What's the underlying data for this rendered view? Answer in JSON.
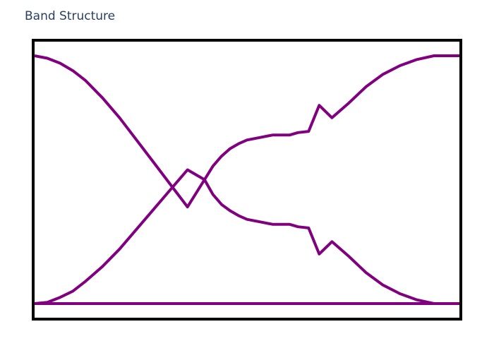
{
  "chart_data": {
    "type": "line",
    "title": "Band Structure",
    "xlabel": "",
    "ylabel": "",
    "xlim": [
      0,
      1
    ],
    "ylim": [
      0,
      1
    ],
    "grid": false,
    "legend": "none",
    "line_color": "#800080",
    "frame_color": "#000000",
    "x": [
      0,
      0.03,
      0.06,
      0.09,
      0.12,
      0.16,
      0.2,
      0.24,
      0.28,
      0.32,
      0.36,
      0.4,
      0.42,
      0.44,
      0.46,
      0.48,
      0.5,
      0.53,
      0.56,
      0.6,
      0.62,
      0.645,
      0.67,
      0.7,
      0.74,
      0.78,
      0.82,
      0.86,
      0.9,
      0.94,
      0.97,
      1.0
    ],
    "series": [
      {
        "values": [
          1.0,
          0.99,
          0.97,
          0.94,
          0.9,
          0.83,
          0.75,
          0.66,
          0.57,
          0.48,
          0.39,
          0.5,
          0.44,
          0.4,
          0.375,
          0.355,
          0.34,
          0.33,
          0.32,
          0.32,
          0.31,
          0.305,
          0.2,
          0.25,
          0.19,
          0.125,
          0.075,
          0.04,
          0.015,
          0.0,
          0.0,
          0.0
        ]
      },
      {
        "values": [
          0.0,
          0.005,
          0.025,
          0.05,
          0.09,
          0.15,
          0.22,
          0.3,
          0.38,
          0.46,
          0.54,
          0.5,
          0.555,
          0.595,
          0.625,
          0.645,
          0.66,
          0.67,
          0.68,
          0.68,
          0.69,
          0.695,
          0.8,
          0.75,
          0.81,
          0.875,
          0.925,
          0.96,
          0.985,
          1.0,
          1.0,
          1.0
        ]
      },
      {
        "values": [
          0.0,
          0.0,
          0.0,
          0.0,
          0.0,
          0.0,
          0.0,
          0.0,
          0.0,
          0.0,
          0.0,
          0.0,
          0.0,
          0.0,
          0.0,
          0.0,
          0.0,
          0.0,
          0.0,
          0.0,
          0.0,
          0.0,
          0.0,
          0.0,
          0.0,
          0.0,
          0.0,
          0.0,
          0.0,
          0.0,
          0.0,
          0.0
        ]
      }
    ]
  }
}
